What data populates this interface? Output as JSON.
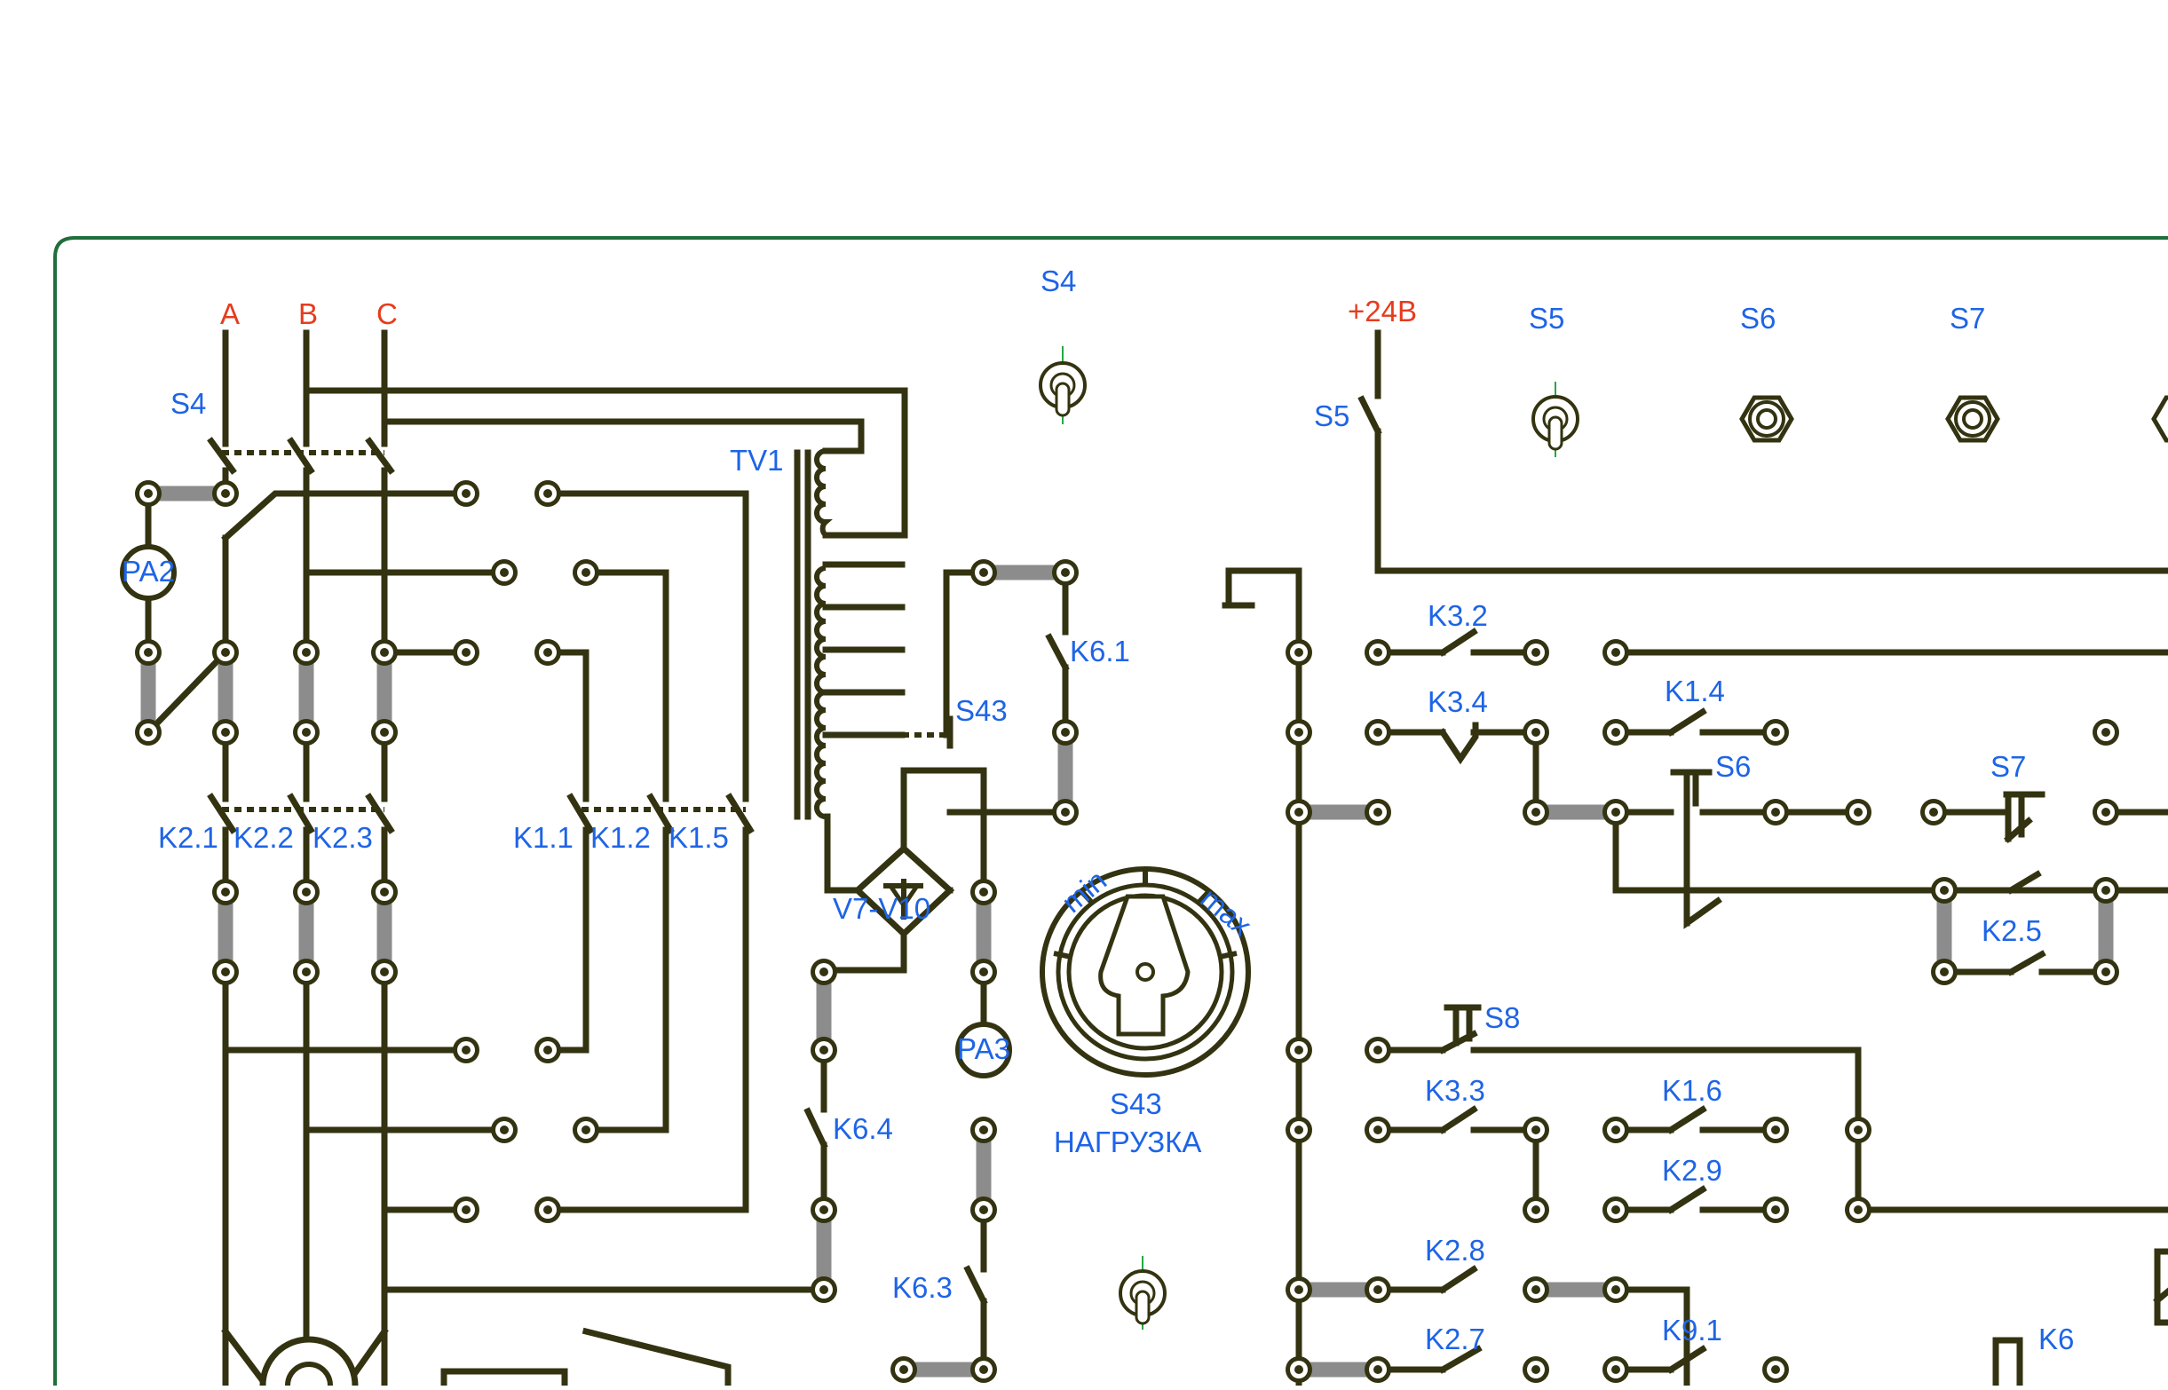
{
  "labels": {
    "phase_a": "A",
    "phase_b": "B",
    "phase_c": "C",
    "s4_left": "S4",
    "s4_top": "S4",
    "tv1": "TV1",
    "pa2": "PA2",
    "pa3": "PA3",
    "s43_switch": "S43",
    "s43_dial": "S43",
    "nagruzka": "НАГРУЗКА",
    "k6_1": "K6.1",
    "k6_4": "K6.4",
    "k6_3": "K6.3",
    "v7_v10": "V7-V10",
    "k2_1": "K2.1",
    "k2_2": "K2.2",
    "k2_3": "K2.3",
    "k1_1": "K1.1",
    "k1_2": "K1.2",
    "k1_5": "K1.5",
    "plus24": "+24B",
    "s5_left": "S5",
    "s5_top": "S5",
    "s6_top": "S6",
    "s7_top": "S7",
    "k3_2": "K3.2",
    "k3_4": "K3.4",
    "k1_4": "K1.4",
    "s6": "S6",
    "s7": "S7",
    "k2_5": "K2.5",
    "s8": "S8",
    "k3_3": "K3.3",
    "k1_6": "K1.6",
    "k2_9": "K2.9",
    "k2_8": "K2.8",
    "k2_7": "K2.7",
    "k9_1": "K9.1",
    "k6": "K6",
    "dial_min": "min",
    "dial_max": "max"
  },
  "colors": {
    "wire": "#333311",
    "jumper": "#8c8c8c",
    "label": "#1e64e6",
    "phase_label": "#e63c1e",
    "frame": "#1f6e3c"
  }
}
